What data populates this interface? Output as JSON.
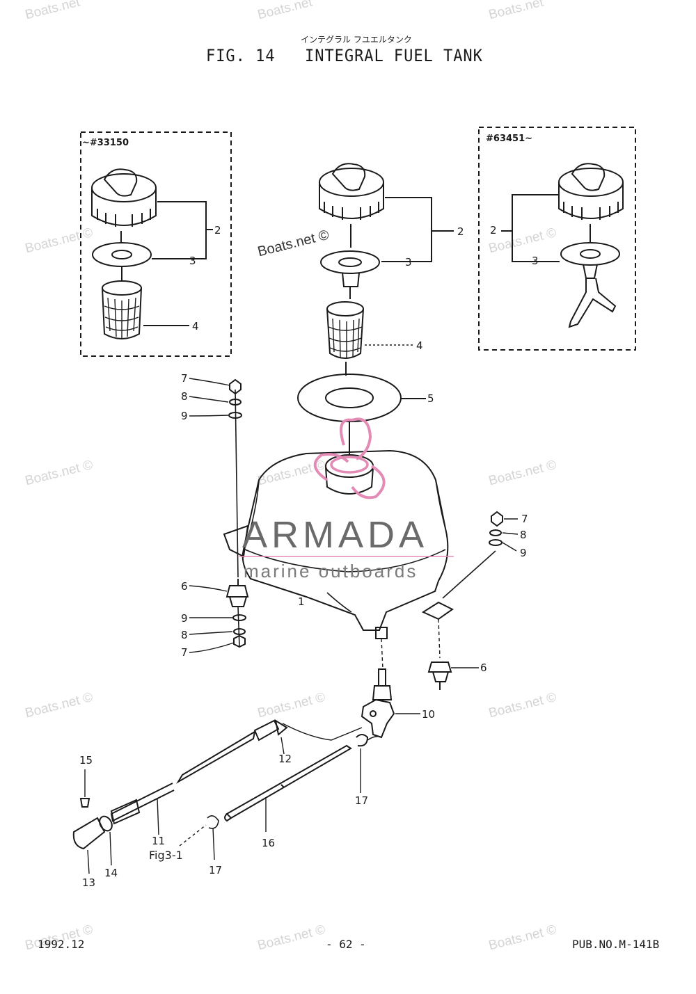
{
  "header": {
    "japanese_title": "インテグラル フユエルタンク",
    "fig_label": "FIG. 14",
    "title": "INTEGRAL FUEL TANK"
  },
  "boxes": {
    "left_label": "~#33150",
    "right_label": "#63451~"
  },
  "callouts": {
    "left_box": [
      "2",
      "3",
      "4"
    ],
    "center": [
      "2",
      "3",
      "4",
      "5"
    ],
    "right_box": [
      "2",
      "3"
    ],
    "left_mount_top": [
      "7",
      "8",
      "9"
    ],
    "left_mount_bottom": [
      "6",
      "9",
      "8",
      "7"
    ],
    "right_mount_top": [
      "7",
      "8",
      "9"
    ],
    "right_mount_bottom": [
      "6"
    ],
    "tank": "1",
    "cock": "10",
    "hose_lower": [
      "12",
      "17",
      "16",
      "17"
    ],
    "fuel_line": [
      "11",
      "15",
      "13",
      "14"
    ],
    "fig_ref": "Fig3-1"
  },
  "footer": {
    "date": "1992.12",
    "page": "- 62 -",
    "pub_no": "PUB.NO.M-141B"
  },
  "watermark": {
    "text": "Boats.net ©",
    "short": "Boats.net",
    "brand": "ARMADA",
    "brand_sub": "marine outboards",
    "accent_color": "#e38bb5"
  },
  "colors": {
    "ink": "#1a1a1a",
    "watermark_grey": "#d4d4d4",
    "logo_grey": "#6a6a6a"
  }
}
